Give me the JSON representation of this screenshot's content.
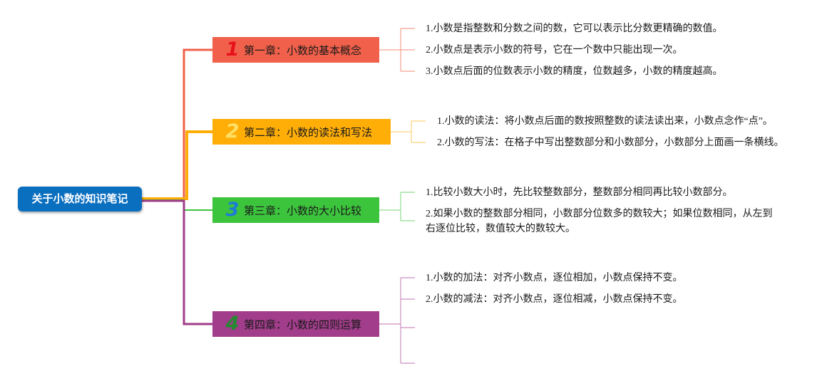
{
  "root": {
    "label": "关于小数的知识笔记"
  },
  "chapters": [
    {
      "number": "1",
      "title": "第一章：小数的基本概念",
      "color": "#f0604a",
      "items": [
        "1.小数是指整数和分数之间的数，它可以表示比分数更精确的数值。",
        "2.小数点是表示小数的符号，它在一个数中只能出现一次。",
        "3.小数点后面的位数表示小数的精度，位数越多，小数的精度越高。"
      ]
    },
    {
      "number": "2",
      "title": "第二章：小数的读法和写法",
      "color": "#ffae08",
      "items": [
        "1.小数的读法：将小数点后面的数按照整数的读法读出来，小数点念作“点”。",
        "2.小数的写法：在格子中写出整数部分和小数部分，小数部分上面画一条横线。"
      ]
    },
    {
      "number": "3",
      "title": "第三章：小数的大小比较",
      "color": "#3dc43d",
      "items": [
        "1.比较小数大小时，先比较整数部分，整数部分相同再比较小数部分。",
        "2.如果小数的整数部分相同，小数部分位数多的数较大；如果位数相同，从左到右逐位比较，数值较大的数较大。"
      ]
    },
    {
      "number": "4",
      "title": "第四章：小数的四则运算",
      "color": "#a13d8a",
      "items": [
        "1.小数的加法：对齐小数点，逐位相加，小数点保持不变。",
        "2.小数的减法：对齐小数点，逐位相减，小数点保持不变。",
        "",
        ""
      ]
    }
  ]
}
